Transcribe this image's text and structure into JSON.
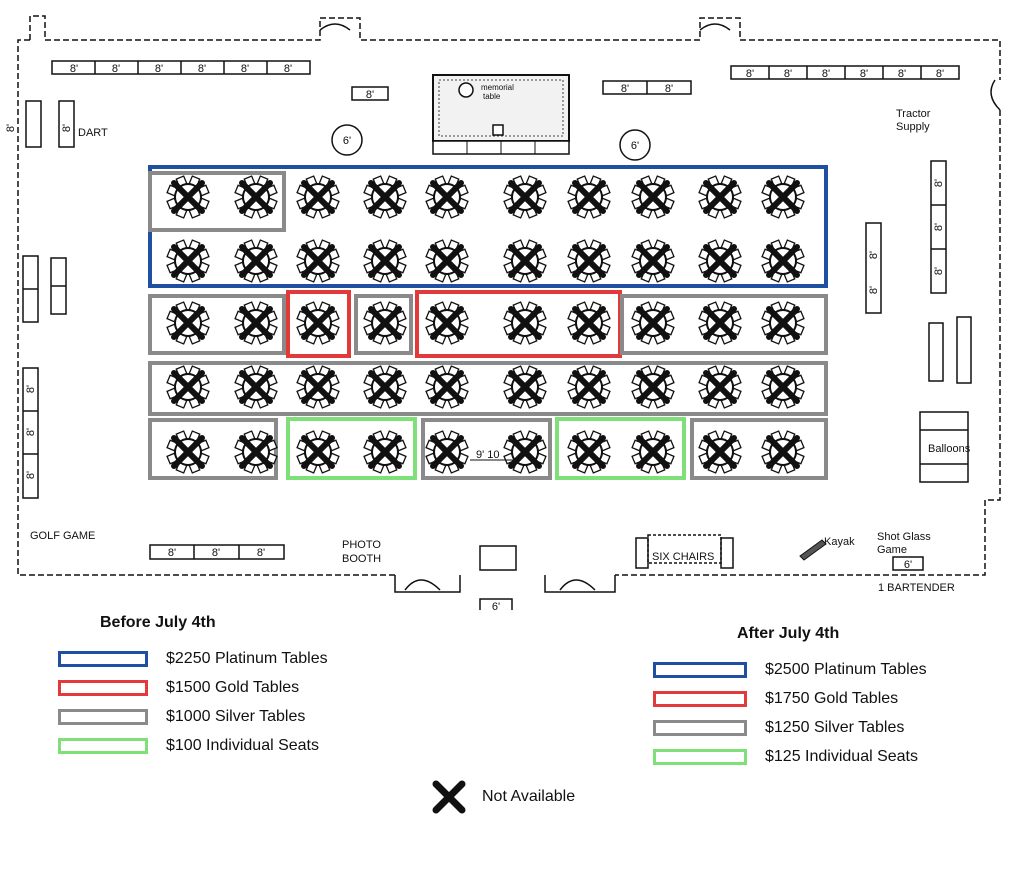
{
  "colors": {
    "platinum": "#1f4fa0",
    "gold": "#e23a3a",
    "silver": "#8a8a8a",
    "seats": "#7fe07a",
    "ink": "#111111"
  },
  "floorplan": {
    "table_8_label": "8'",
    "table_6_label": "6'",
    "dart_label": "DART",
    "tractor_label": "Tractor",
    "supply_label": "Supply",
    "memorial_label_1": "memorial",
    "memorial_label_2": "table",
    "golf_game_label": "GOLF GAME",
    "photo_label": "PHOTO",
    "booth_label": "BOOTH",
    "six_chairs_label": "SIX CHAIRS",
    "kayak_label": "Kayak",
    "shot_glass_label": "Shot Glass",
    "game_label": "Game",
    "bartender_label": "1 BARTENDER",
    "balloons_label": "Balloons",
    "dimension_label": "9' 10"
  },
  "legend_before": {
    "title": "Before July 4th",
    "items": [
      {
        "label": "$2250 Platinum Tables",
        "tier": "platinum"
      },
      {
        "label": "$1500 Gold Tables",
        "tier": "gold"
      },
      {
        "label": "$1000 Silver Tables",
        "tier": "silver"
      },
      {
        "label": "$100 Individual Seats",
        "tier": "seats"
      }
    ]
  },
  "legend_after": {
    "title": "After July 4th",
    "items": [
      {
        "label": "$2500 Platinum Tables",
        "tier": "platinum"
      },
      {
        "label": "$1750 Gold Tables",
        "tier": "gold"
      },
      {
        "label": "$1250 Silver Tables",
        "tier": "silver"
      },
      {
        "label": "$125 Individual Seats",
        "tier": "seats"
      }
    ]
  },
  "not_available_label": "Not Available"
}
